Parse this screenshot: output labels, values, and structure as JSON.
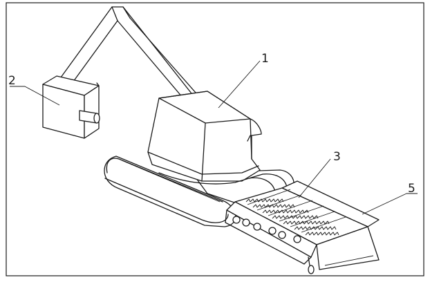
{
  "figure": {
    "labels": [
      {
        "id": "1",
        "text": "1"
      },
      {
        "id": "2",
        "text": "2"
      },
      {
        "id": "3",
        "text": "3"
      },
      {
        "id": "5",
        "text": "5"
      }
    ],
    "stroke_color": "#1a1a1a",
    "background": "#ffffff"
  }
}
